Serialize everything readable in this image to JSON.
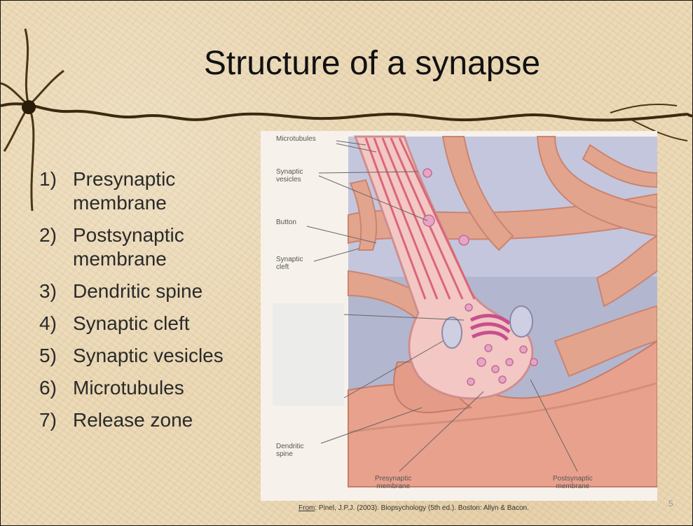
{
  "slide": {
    "title": "Structure of a synapse",
    "items": [
      {
        "num": "1)",
        "text": "Presynaptic membrane"
      },
      {
        "num": "2)",
        "text": "Postsynaptic membrane"
      },
      {
        "num": "3)",
        "text": "Dendritic spine"
      },
      {
        "num": "4)",
        "text": "Synaptic cleft"
      },
      {
        "num": "5)",
        "text": "Synaptic vesicles"
      },
      {
        "num": "6)",
        "text": "Microtubules"
      },
      {
        "num": "7)",
        "text": "Release zone"
      }
    ],
    "figure_labels": {
      "microtubules": "Microtubules",
      "synaptic_vesicles": "Synaptic\nvesicles",
      "button": "Button",
      "synaptic_cleft": "Synaptic\ncleft",
      "dendritic_spine": "Dendritic\nspine",
      "presynaptic_membrane": "Presynaptic\nmembrane",
      "postsynaptic_membrane": "Postsynaptic\nmembrane"
    },
    "caption": {
      "from": "From",
      "text": ": Pinel, J.P.J. (2003). Biopsychology (5th ed.). Boston: Allyn & Bacon."
    },
    "page_number": "5"
  }
}
